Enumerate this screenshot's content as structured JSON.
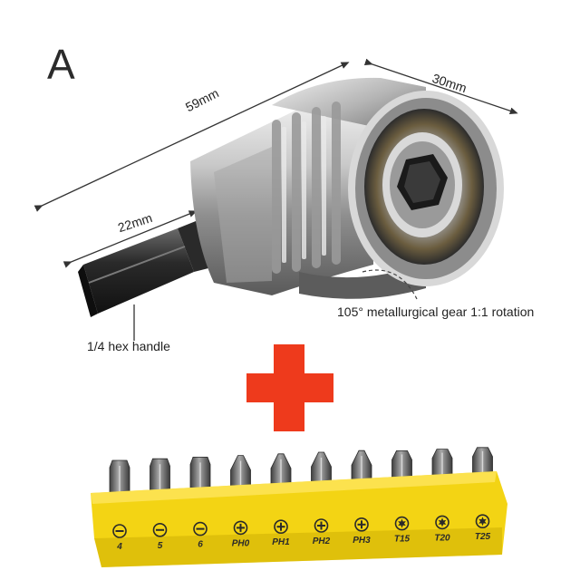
{
  "product": {
    "variant_letter": "A",
    "dimensions": {
      "length_overall": "59mm",
      "head_width": "30mm",
      "shank_length": "22mm"
    },
    "captions": {
      "gear": "105° metallurgical gear 1:1 rotation",
      "handle": "1/4 hex handle"
    }
  },
  "plus_color": "#ee3a1c",
  "holder_color": "#f3d414",
  "bits": [
    {
      "label": "4",
      "icon": "slotted-icon",
      "tip": "flat"
    },
    {
      "label": "5",
      "icon": "slotted-icon",
      "tip": "flat"
    },
    {
      "label": "6",
      "icon": "slotted-icon",
      "tip": "flat"
    },
    {
      "label": "PH0",
      "icon": "phillips-icon",
      "tip": "phillips"
    },
    {
      "label": "PH1",
      "icon": "phillips-icon",
      "tip": "phillips"
    },
    {
      "label": "PH2",
      "icon": "phillips-icon",
      "tip": "phillips"
    },
    {
      "label": "PH3",
      "icon": "phillips-icon",
      "tip": "phillips"
    },
    {
      "label": "T15",
      "icon": "torx-icon",
      "tip": "torx"
    },
    {
      "label": "T20",
      "icon": "torx-icon",
      "tip": "torx"
    },
    {
      "label": "T25",
      "icon": "torx-icon",
      "tip": "torx"
    }
  ]
}
